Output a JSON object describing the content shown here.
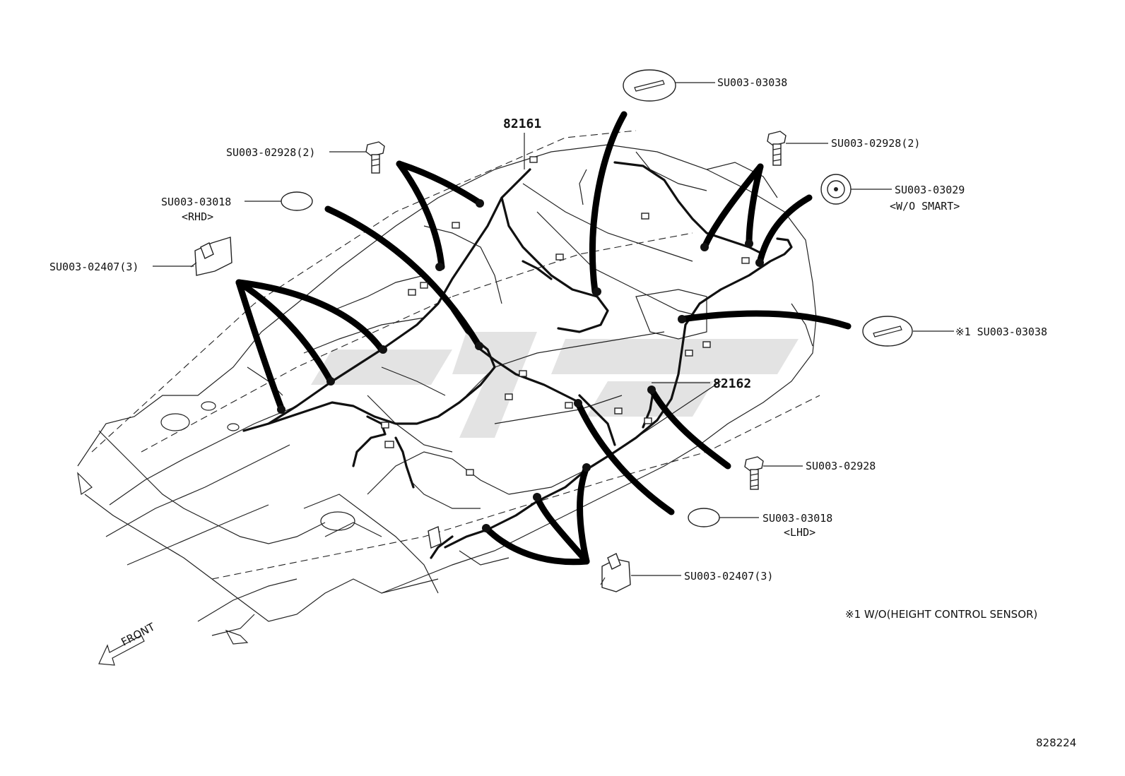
{
  "diagram": {
    "figure_number": "828224",
    "footnote": "※1 W/O(HEIGHT CONTROL SENSOR)",
    "direction_label": "FRONT",
    "harness_numbers": [
      "82161",
      "82162"
    ],
    "callouts": [
      {
        "id": "SU003-03038",
        "part": "SU003-03038",
        "note": ""
      },
      {
        "id": "SU003-02928-2-right",
        "part": "SU003-02928(2)",
        "note": ""
      },
      {
        "id": "SU003-03029",
        "part": "SU003-03029",
        "note": "<W/O SMART>"
      },
      {
        "id": "SU003-03038-x1",
        "part": "※1 SU003-03038",
        "note": ""
      },
      {
        "id": "SU003-02928",
        "part": "SU003-02928",
        "note": ""
      },
      {
        "id": "SU003-03018-lhd",
        "part": "SU003-03018",
        "note": "<LHD>"
      },
      {
        "id": "SU003-02407-3-right",
        "part": "SU003-02407(3)",
        "note": ""
      },
      {
        "id": "SU003-02928-2-left",
        "part": "SU003-02928(2)",
        "note": ""
      },
      {
        "id": "SU003-03018-rhd",
        "part": "SU003-03018",
        "note": "<RHD>"
      },
      {
        "id": "SU003-02407-3-left",
        "part": "SU003-02407(3)",
        "note": ""
      }
    ]
  }
}
